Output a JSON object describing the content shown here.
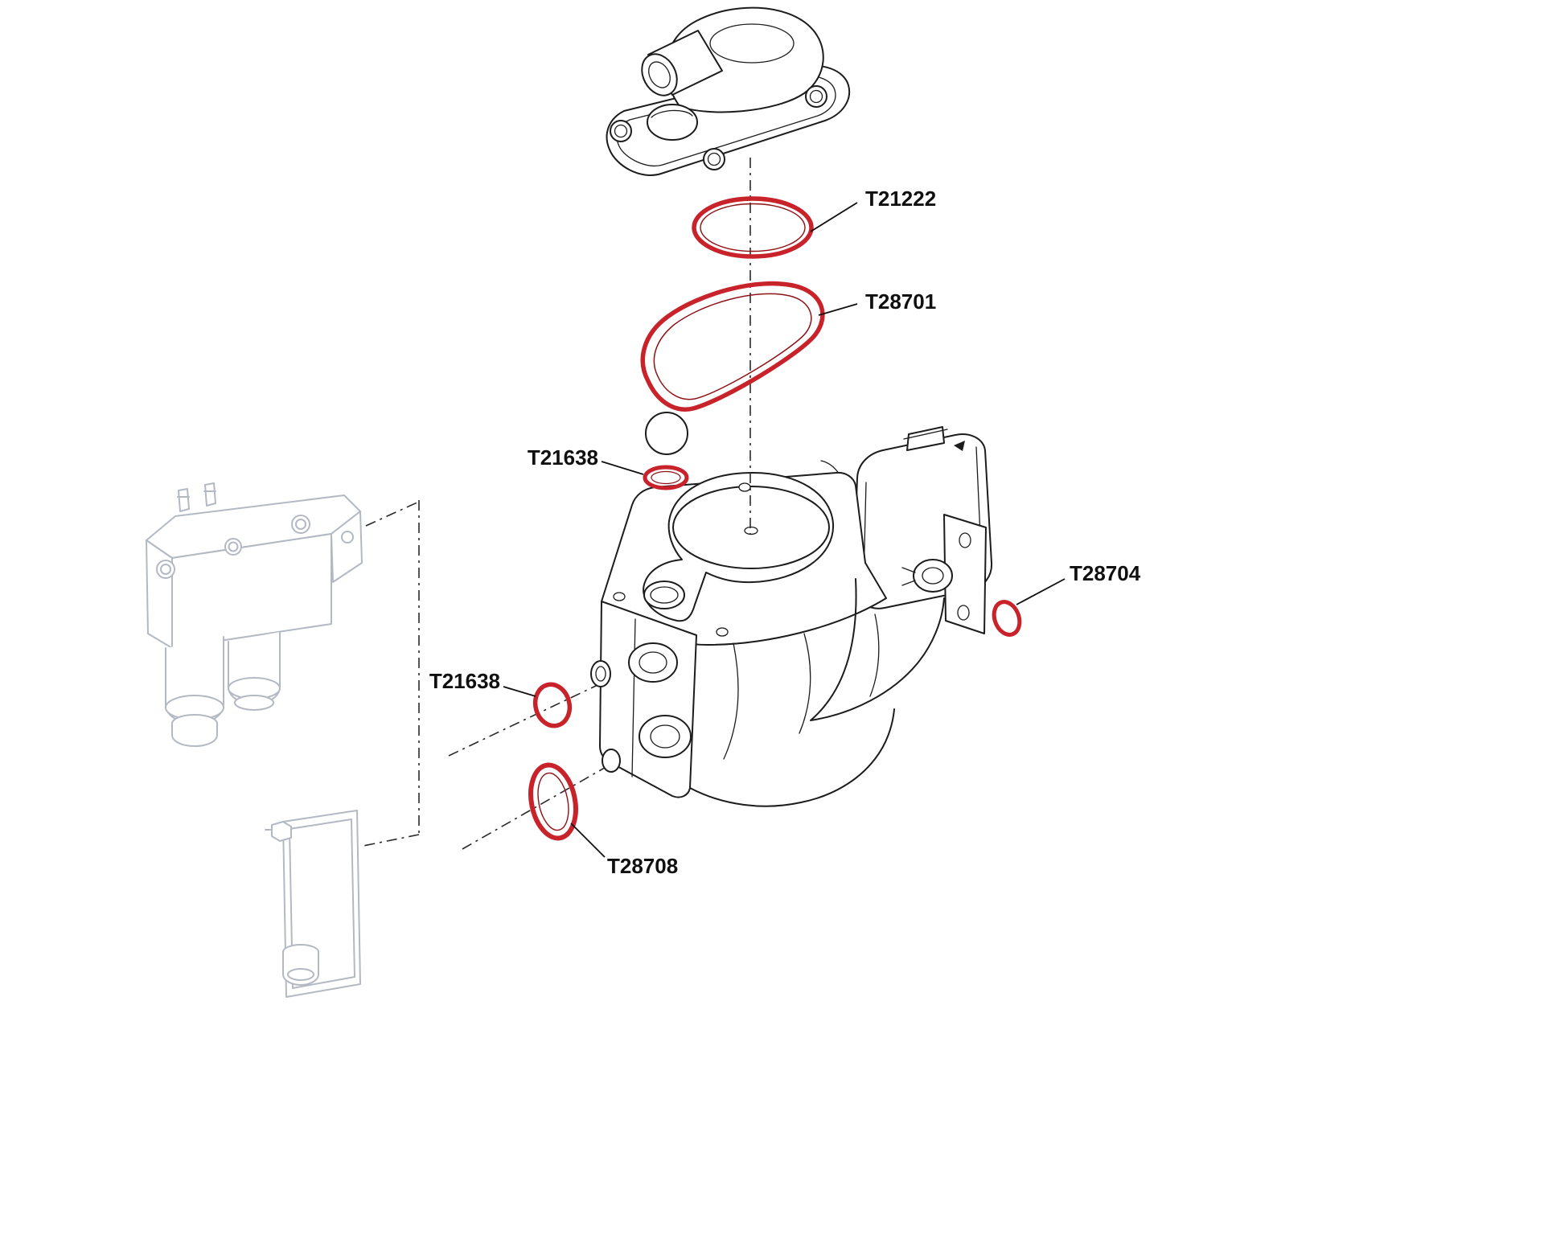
{
  "diagram": {
    "type": "exploded-parts-diagram",
    "labels": {
      "t21222": "T21222",
      "t28701": "T28701",
      "t21638_top": "T21638",
      "t28704": "T28704",
      "t21638_left": "T21638",
      "t28708": "T28708"
    },
    "part_numbers_visible": [
      "T21222",
      "T28701",
      "T21638",
      "T28704",
      "T21638",
      "T28708"
    ],
    "colors": {
      "highlight_red": "#c8232b",
      "highlight_red_dark": "#8e1216",
      "line_dark": "#1c1c1c",
      "ghost_gray": "#b3b9c3",
      "background": "#ffffff"
    }
  }
}
